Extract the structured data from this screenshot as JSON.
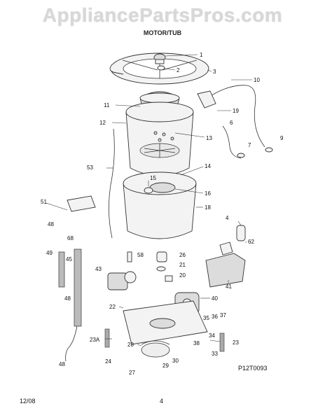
{
  "watermark": "AppliancePartsPros.com",
  "header": {
    "subtitle": "MOTOR/TUB"
  },
  "footer": {
    "date": "12/08",
    "page": "4",
    "diagram_code": "P12T0093"
  },
  "callouts": [
    "1",
    "2",
    "3",
    "10",
    "11",
    "19",
    "12",
    "6",
    "9",
    "7",
    "13",
    "53",
    "14",
    "15",
    "16",
    "18",
    "51",
    "4",
    "48",
    "62",
    "68",
    "49",
    "45",
    "58",
    "26",
    "21",
    "43",
    "20",
    "41",
    "48",
    "40",
    "22",
    "35",
    "36",
    "37",
    "34",
    "38",
    "23",
    "23A",
    "28",
    "33",
    "24",
    "27",
    "29",
    "30",
    "48"
  ]
}
